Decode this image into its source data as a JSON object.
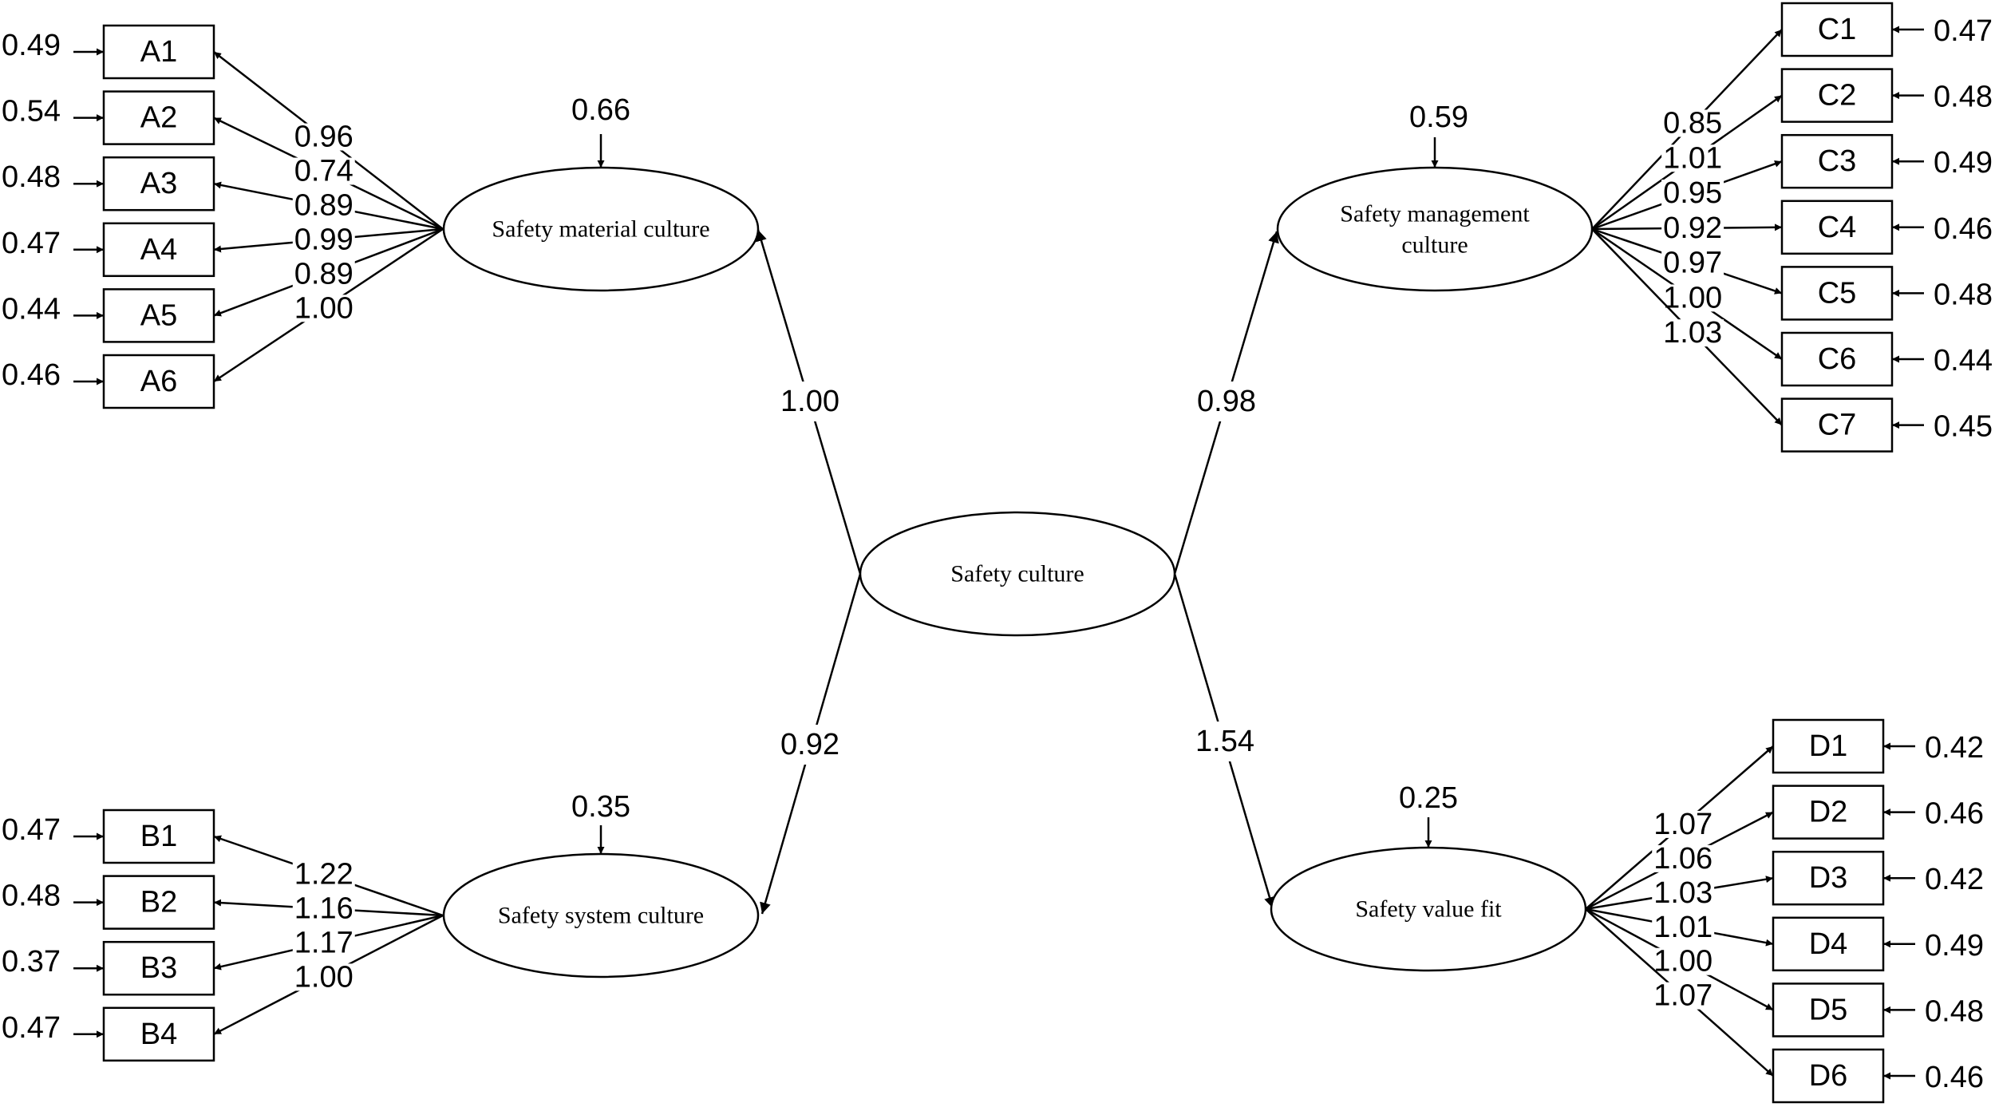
{
  "latents": {
    "center": {
      "label": "Safety culture"
    },
    "material": {
      "label": "Safety material culture",
      "disturbance": "0.66",
      "path": "1.00"
    },
    "management": {
      "label_lines": [
        "Safety management",
        "culture"
      ],
      "disturbance": "0.59",
      "path": "0.98"
    },
    "system": {
      "label": "Safety system culture",
      "disturbance": "0.35",
      "path": "0.92"
    },
    "valuefit": {
      "label": "Safety value fit",
      "disturbance": "0.25",
      "path": "1.54"
    }
  },
  "indicators": {
    "A": {
      "names": [
        "A1",
        "A2",
        "A3",
        "A4",
        "A5",
        "A6"
      ],
      "errors": [
        "0.49",
        "0.54",
        "0.48",
        "0.47",
        "0.44",
        "0.46"
      ],
      "loadings": [
        "0.96",
        "0.74",
        "0.89",
        "0.99",
        "0.89",
        "1.00"
      ]
    },
    "B": {
      "names": [
        "B1",
        "B2",
        "B3",
        "B4"
      ],
      "errors": [
        "0.47",
        "0.48",
        "0.37",
        "0.47"
      ],
      "loadings": [
        "1.22",
        "1.16",
        "1.17",
        "1.00"
      ]
    },
    "C": {
      "names": [
        "C1",
        "C2",
        "C3",
        "C4",
        "C5",
        "C6",
        "C7"
      ],
      "errors": [
        "0.47",
        "0.48",
        "0.49",
        "0.46",
        "0.48",
        "0.44",
        "0.45"
      ],
      "loadings": [
        "0.85",
        "1.01",
        "0.95",
        "0.92",
        "0.97",
        "1.00",
        "1.03"
      ]
    },
    "D": {
      "names": [
        "D1",
        "D2",
        "D3",
        "D4",
        "D5",
        "D6"
      ],
      "errors": [
        "0.42",
        "0.46",
        "0.42",
        "0.49",
        "0.48",
        "0.46"
      ],
      "loadings": [
        "1.07",
        "1.06",
        "1.03",
        "1.01",
        "1.00",
        "1.07"
      ]
    }
  }
}
